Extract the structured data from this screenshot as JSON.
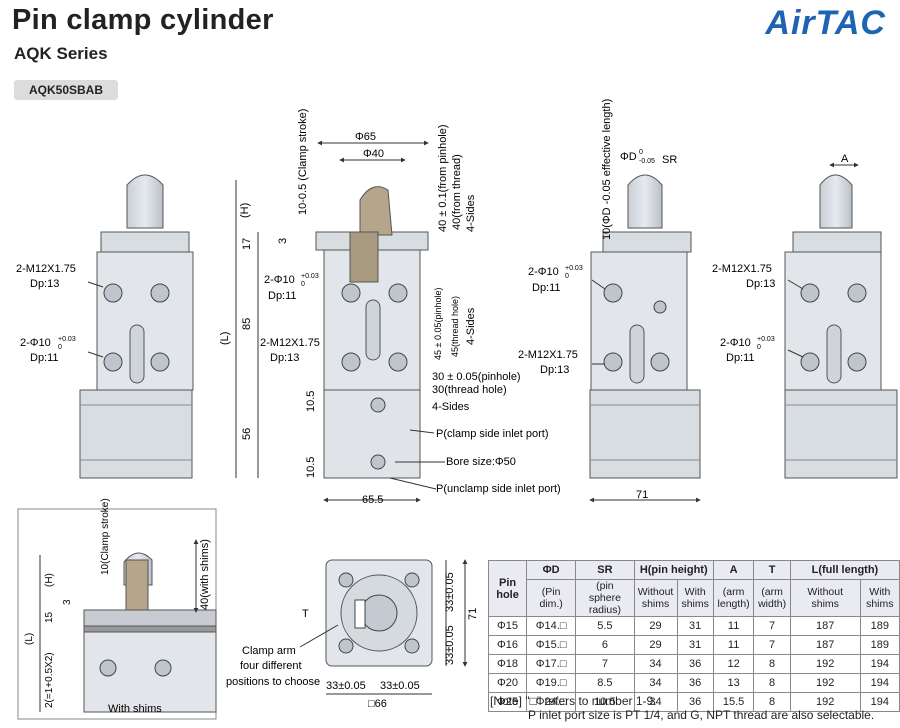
{
  "header": {
    "title": "Pin clamp cylinder",
    "subtitle": "AQK Series",
    "model": "AQK50SBAB",
    "brand": "AirTAC",
    "brand_color": "#1f63b3"
  },
  "view1": {
    "label_top": "2-M12X1.75",
    "label_top_dp": "Dp:13",
    "label_bottom": "2-Φ10",
    "label_bottom_tol": "+0.03",
    "label_bottom_tol0": "0",
    "label_bottom_dp": "Dp:11"
  },
  "view2": {
    "d65": "Φ65",
    "d40": "Φ40",
    "stroke": "10-0.5 (Clamp stroke)",
    "h": "(H)",
    "l": "(L)",
    "d3": "3",
    "d17": "17",
    "d85": "85",
    "d56": "56",
    "d105a": "10.5",
    "d105b": "10.5",
    "d655": "65.5",
    "pin40": "40 ± 0.1(from pinhole)",
    "thr40": "40(from thread)",
    "sides4a": "4-Sides",
    "pin45": "45 ± 0.05(pinhole)",
    "thr45": "45(thread hole)",
    "sides4b": "4-Sides",
    "hole_l1": "2-Φ10",
    "hole_l1_tol": "+0.03",
    "hole_l1_tol0": "0",
    "hole_l1_dp": "Dp:11",
    "hole_l2": "2-M12X1.75",
    "hole_l2_dp": "Dp:13",
    "pin30": "30 ± 0.05(pinhole)",
    "thr30": "30(thread hole)",
    "sides4c": "4-Sides",
    "p_clamp": "P(clamp side inlet port)",
    "bore": "Bore size:Φ50",
    "p_unclamp": "P(unclamp side inlet port)"
  },
  "view3": {
    "pin_d": "ΦD",
    "pin_d_tol": "0",
    "pin_d_tol2": "-0.05",
    "sr": "SR",
    "eff": "10(ΦD -0.05 effective length)",
    "hole1": "2-Φ10",
    "hole1_tol": "+0.03",
    "hole1_tol0": "0",
    "hole1_dp": "Dp:11",
    "hole2": "2-M12X1.75",
    "hole2_dp": "Dp:13",
    "d71": "71"
  },
  "view4": {
    "a": "A",
    "hole1": "2-M12X1.75",
    "hole1_dp": "Dp:13",
    "hole2": "2-Φ10",
    "hole2_tol": "+0.03",
    "hole2_tol0": "0",
    "hole2_dp": "Dp:11"
  },
  "view5": {
    "stroke": "10(Clamp stroke)",
    "h": "(H)",
    "d3": "3",
    "d15": "15",
    "l": "(L)",
    "shims_formula": "2(=1+0.5X2)",
    "with_shims_v": "40(with shims)",
    "with_shims": "With shims"
  },
  "view6": {
    "t": "T",
    "d33a": "33±0.05",
    "d33b": "33±0.05",
    "d71": "71",
    "d33c": "33±0.05",
    "d33d": "33±0.05",
    "sq66": "□66",
    "clamp_note1": "Clamp arm",
    "clamp_note2": "four different",
    "clamp_note3": "positions to choose"
  },
  "table": {
    "headers": {
      "pin_hole": "Pin hole",
      "d": "ΦD",
      "d_sub": "(Pin dim.)",
      "sr": "SR",
      "sr_sub": "(pin sphere radius)",
      "h": "H(pin height)",
      "h_without": "Without shims",
      "h_with": "With shims",
      "a": "A",
      "a_sub": "(arm length)",
      "t": "T",
      "t_sub": "(arm width)",
      "l": "L(full length)",
      "l_without": "Without shims",
      "l_with": "With shims"
    },
    "rows": [
      [
        "Φ15",
        "Φ14.□",
        "5.5",
        "29",
        "31",
        "11",
        "7",
        "187",
        "189"
      ],
      [
        "Φ16",
        "Φ15.□",
        "6",
        "29",
        "31",
        "11",
        "7",
        "187",
        "189"
      ],
      [
        "Φ18",
        "Φ17.□",
        "7",
        "34",
        "36",
        "12",
        "8",
        "192",
        "194"
      ],
      [
        "Φ20",
        "Φ19.□",
        "8.5",
        "34",
        "36",
        "13",
        "8",
        "192",
        "194"
      ],
      [
        "Φ25",
        "Φ24.□",
        "10.5",
        "34",
        "36",
        "15.5",
        "8",
        "192",
        "194"
      ]
    ]
  },
  "note": {
    "line1": "[Note] \"□\" refers to number 1-9.",
    "line2": "P inlet port size is PT 1/4, and G, NPT thread are also selectable."
  }
}
